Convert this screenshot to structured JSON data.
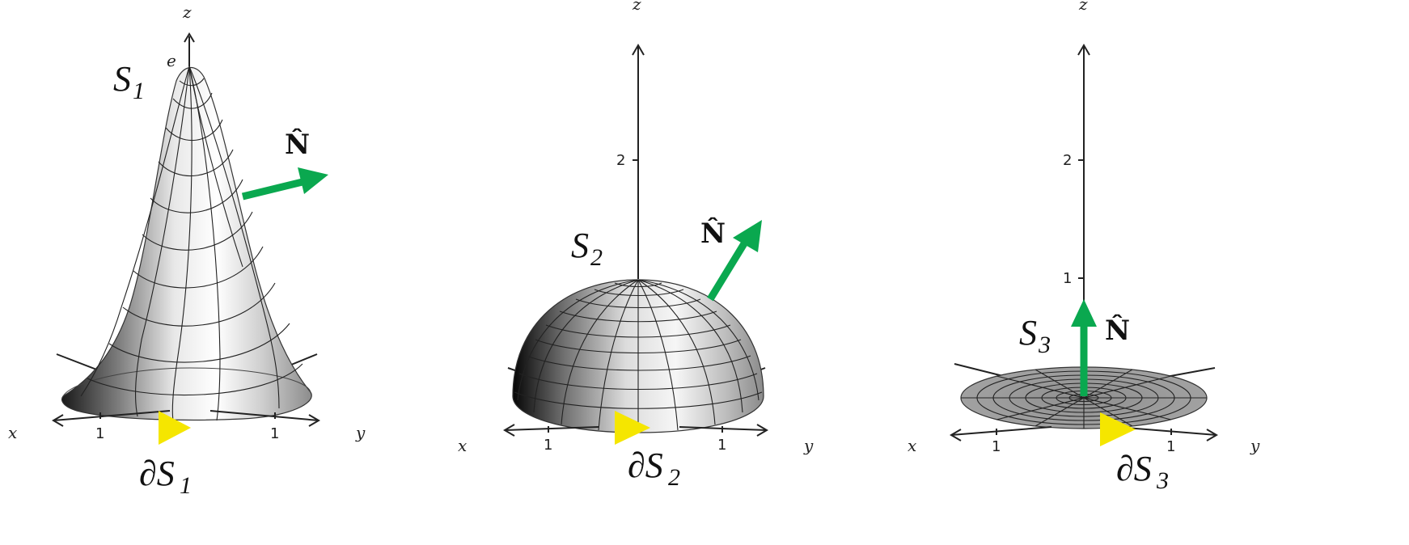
{
  "panels": [
    {
      "surface_label": "S",
      "surface_sub": "1",
      "boundary_label": "∂S",
      "boundary_sub": "1",
      "normal_label": "N̂",
      "axis_z": "z",
      "axis_x": "x",
      "axis_y": "y",
      "tick_x": "1",
      "tick_y": "1",
      "peak_label": "e"
    },
    {
      "surface_label": "S",
      "surface_sub": "2",
      "boundary_label": "∂S",
      "boundary_sub": "2",
      "normal_label": "N̂",
      "axis_z": "z",
      "axis_x": "x",
      "axis_y": "y",
      "tick_x": "1",
      "tick_y": "1",
      "tick_z_top": "2"
    },
    {
      "surface_label": "S",
      "surface_sub": "3",
      "boundary_label": "∂S",
      "boundary_sub": "3",
      "normal_label": "N̂",
      "axis_z": "z",
      "axis_x": "x",
      "axis_y": "y",
      "tick_x": "1",
      "tick_y": "1",
      "tick_z_top": "2",
      "tick_z_mid": "1"
    }
  ],
  "colors": {
    "normal_arrow": "#0aa84f",
    "orientation_marker": "#f5e600",
    "axes": "#222222"
  },
  "icons": {
    "normal": "green-arrow-icon",
    "orientation": "yellow-triangle-icon"
  }
}
